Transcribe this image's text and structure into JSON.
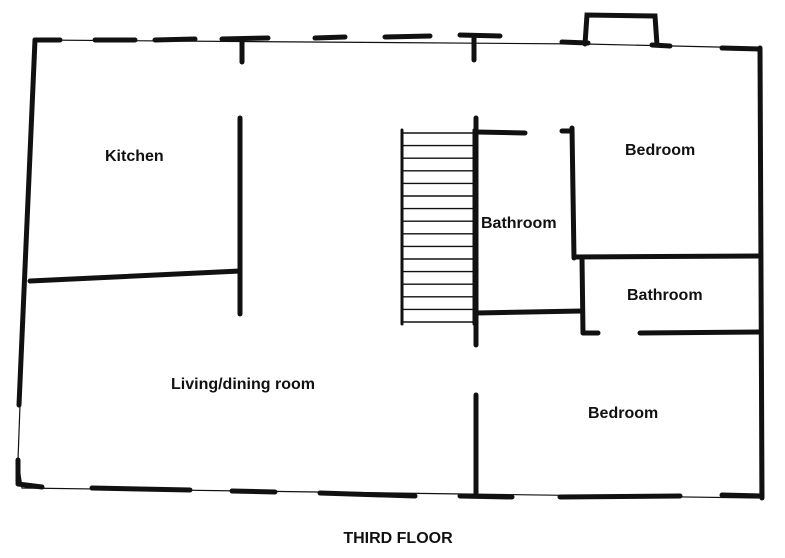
{
  "floor_plan": {
    "title": "THIRD FLOOR",
    "rooms": [
      {
        "id": "kitchen",
        "label": "Kitchen"
      },
      {
        "id": "bedroom-top",
        "label": "Bedroom"
      },
      {
        "id": "bathroom-center",
        "label": "Bathroom"
      },
      {
        "id": "bathroom-right",
        "label": "Bathroom"
      },
      {
        "id": "living-dining",
        "label": "Living/dining room"
      },
      {
        "id": "bedroom-bottom",
        "label": "Bedroom"
      }
    ],
    "wall_color": "#111111",
    "stair_treads": 16
  }
}
